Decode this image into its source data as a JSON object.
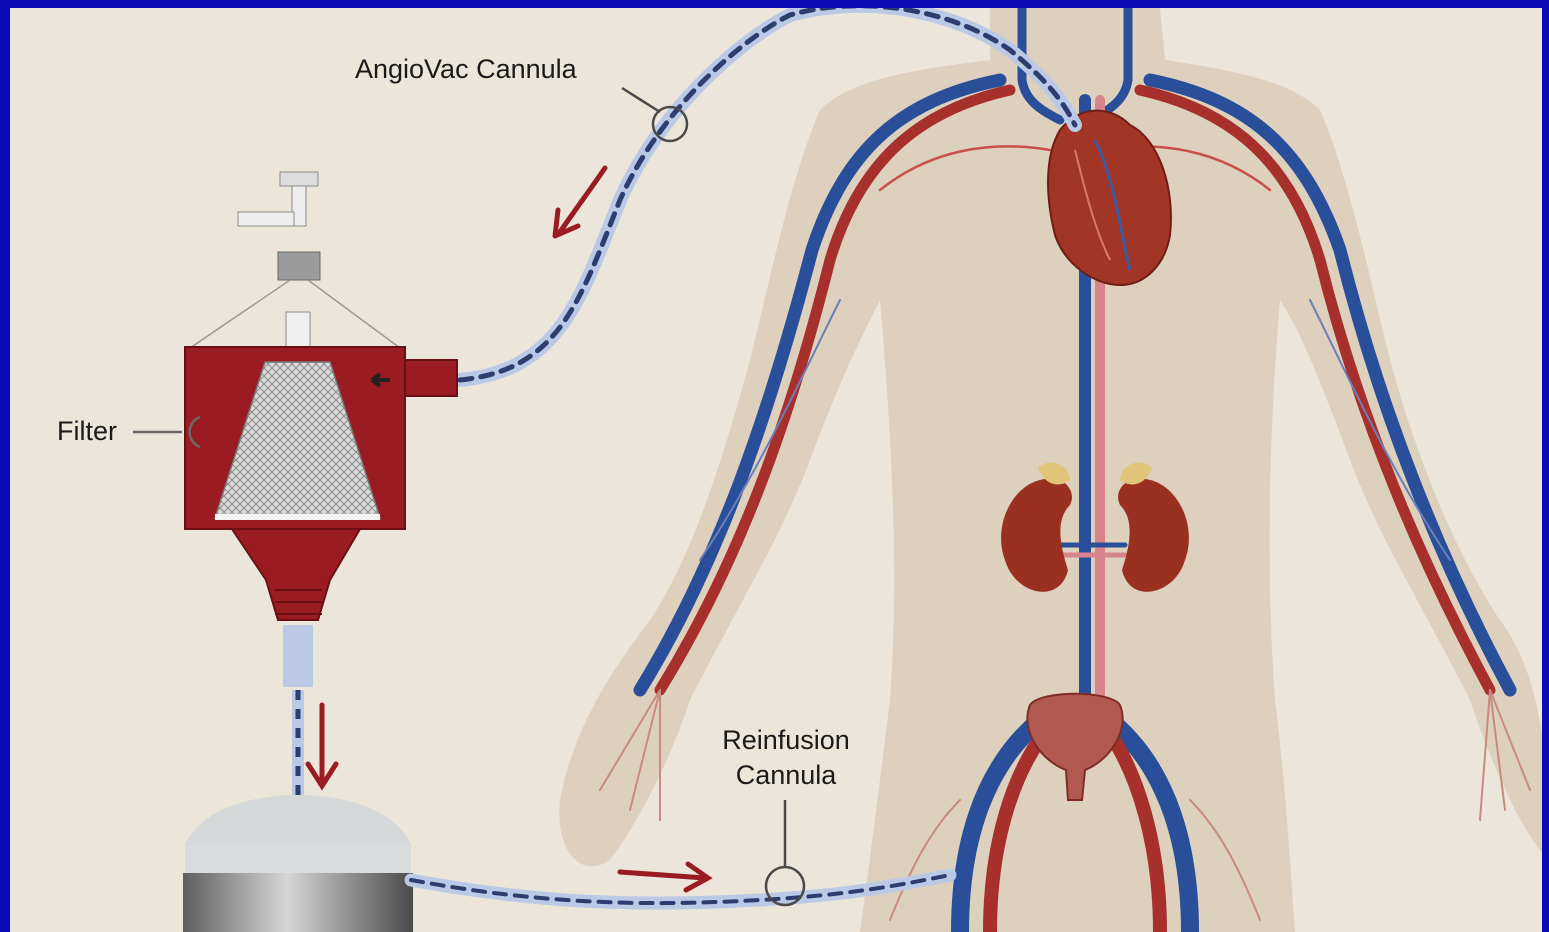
{
  "labels": {
    "cannula": "AngioVac Cannula",
    "filter": "Filter",
    "reinfusion_line1": "Reinfusion",
    "reinfusion_line2": "Cannula"
  },
  "colors": {
    "slide_background": "#0a0ab8",
    "panel_background": "#ece5da",
    "body_silhouette": "#ddd0bd",
    "artery": "#a8302c",
    "vein": "#2a4f9a",
    "filter_housing": "#9a1c22",
    "tubing": "#b9c9e6",
    "flow_arrow": "#9a1c22"
  },
  "icons": [
    "flow-arrow-icon",
    "callout-ring-icon",
    "heart-icon",
    "kidney-icon",
    "bladder-icon"
  ]
}
